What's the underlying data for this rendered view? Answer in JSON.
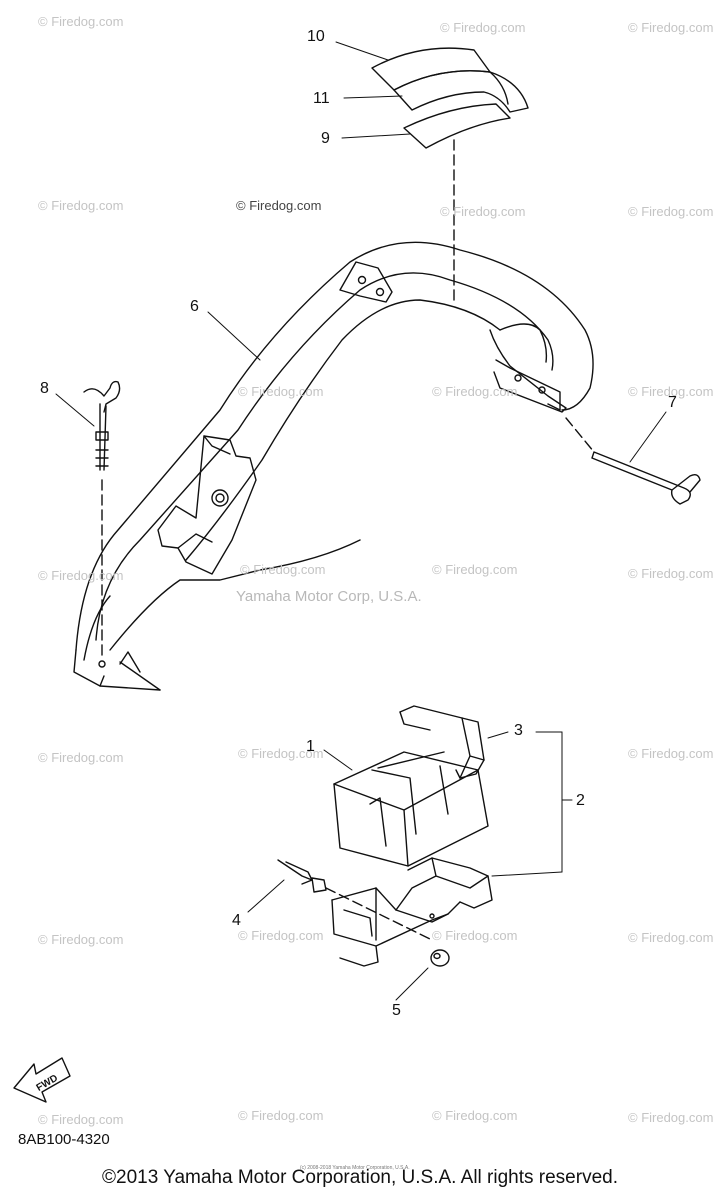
{
  "watermark": {
    "text": "© Firedog.com",
    "center_text": "Yamaha Motor Corp, U.S.A."
  },
  "callouts": [
    "1",
    "2",
    "3",
    "4",
    "5",
    "6",
    "7",
    "8",
    "9",
    "10",
    "11"
  ],
  "fwd_label": "FWD",
  "part_number": "8AB100-4320",
  "copyright": "©2013 Yamaha Motor Corporation, U.S.A. All rights reserved.",
  "tiny_note": "(c) 2008-2018 Yamaha Motor Corporation, U.S.A.",
  "colors": {
    "line": "#111111",
    "watermark": "#c4c4c4",
    "background": "#ffffff"
  }
}
